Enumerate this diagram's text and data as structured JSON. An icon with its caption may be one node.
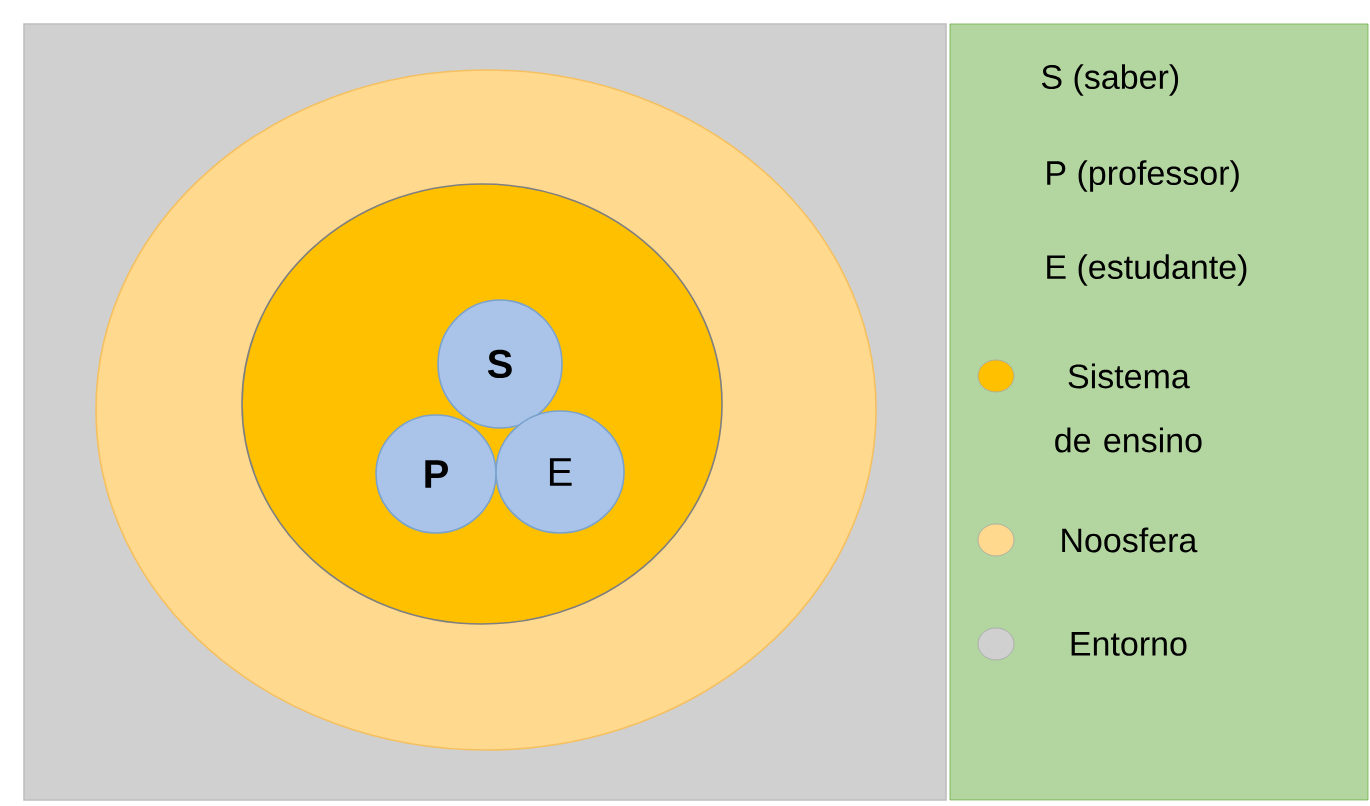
{
  "diagram": {
    "nodes": [
      {
        "text": [],
        "shape": "box"
      },
      {
        "text": [],
        "shape": "circle",
        "in": 0
      },
      {
        "text": [],
        "shape": "circle",
        "in": 1
      },
      {
        "text": [
          "**S**"
        ],
        "in": 2
      },
      {
        "text": [
          "**P**"
        ],
        "in": 2
      },
      {
        "text": [
          "E"
        ],
        "in": 2
      }
    ],
    "legend": [
      {
        "text": "S (saber)"
      },
      {
        "text": "P (professor)"
      },
      {
        "text": "E (estudante)"
      },
      {
        "text": "Sistema de ensino",
        "color": "#ffc000"
      },
      {
        "text": "Noosfera",
        "color": "#ffd98e"
      },
      {
        "text": "Entorno",
        "color": "#d0d0d0"
      }
    ]
  }
}
